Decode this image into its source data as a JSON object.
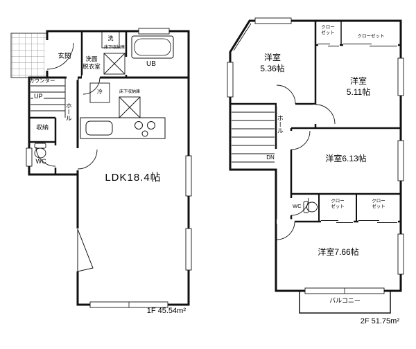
{
  "colors": {
    "wall": "#111111",
    "background": "#ffffff"
  },
  "floor1": {
    "labels": {
      "genkan": "玄関",
      "counter": "カウンター",
      "up": "UP",
      "hall": "ホール",
      "storage": "収納",
      "wc": "WC",
      "washroom_line1": "洗面",
      "washroom_line2": "脱衣室",
      "washer": "洗",
      "underfloor_front": "床下収納庫",
      "underfloor_kitchen": "床下収納庫",
      "fridge": "冷",
      "ub": "UB",
      "ldk": "LDK18.4帖",
      "area": "1F 45.54m²"
    }
  },
  "floor2": {
    "labels": {
      "room_536_line1": "洋室",
      "room_536_line2": "5.36帖",
      "room_511_line1": "洋室",
      "room_511_line2": "5.11帖",
      "room_613": "洋室6.13帖",
      "room_766": "洋室7.66帖",
      "closet_top_left_line1": "クロー",
      "closet_top_left_line2": "ゼット",
      "closet_top_right": "クローゼット",
      "closet_mid_line1": "クロー",
      "closet_mid_line2": "ゼット",
      "closet_bottom_right_line1": "クロー",
      "closet_bottom_right_line2": "ゼット",
      "hall": "ホール",
      "dn": "DN",
      "wc": "WC",
      "balcony": "バルコニー",
      "area": "2F 51.75m²"
    }
  }
}
